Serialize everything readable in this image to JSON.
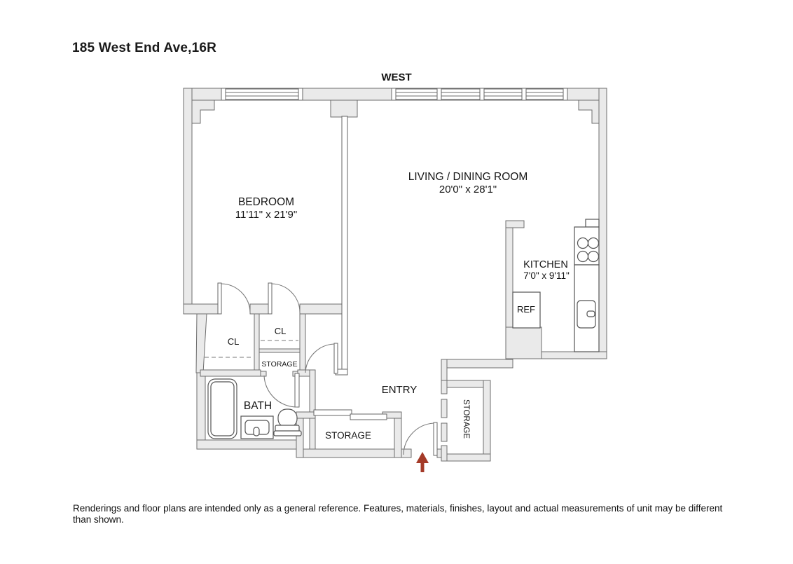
{
  "title": "185 West End Ave,16R",
  "compass": {
    "label": "WEST"
  },
  "rooms": {
    "bedroom": {
      "name": "BEDROOM",
      "dims": "11'11\" x 21'9\""
    },
    "living": {
      "name": "LIVING / DINING ROOM",
      "dims": "20'0\" x 28'1\""
    },
    "kitchen": {
      "name": "KITCHEN",
      "dims": "7'0\" x 9'11\""
    },
    "bath": {
      "name": "BATH"
    },
    "entry": {
      "name": "ENTRY"
    },
    "closet_left": {
      "name": "CL"
    },
    "closet_right": {
      "name": "CL"
    },
    "storage_hall_closet": {
      "name": "STORAGE"
    },
    "storage_entry": {
      "name": "STORAGE"
    },
    "storage_side": {
      "name": "STORAGE"
    },
    "refrigerator": {
      "name": "REF"
    }
  },
  "footer": {
    "disclaimer": "Renderings and floor plans are intended only as a general reference. Features, materials, finishes, layout and actual measurements of unit may be different than shown."
  },
  "colors": {
    "background": "#ffffff",
    "wall_fill": "#eaeaea",
    "wall_line": "#6e6e6e",
    "fixture_line": "#555555",
    "text": "#111111",
    "entry_arrow": "#a43a28"
  }
}
